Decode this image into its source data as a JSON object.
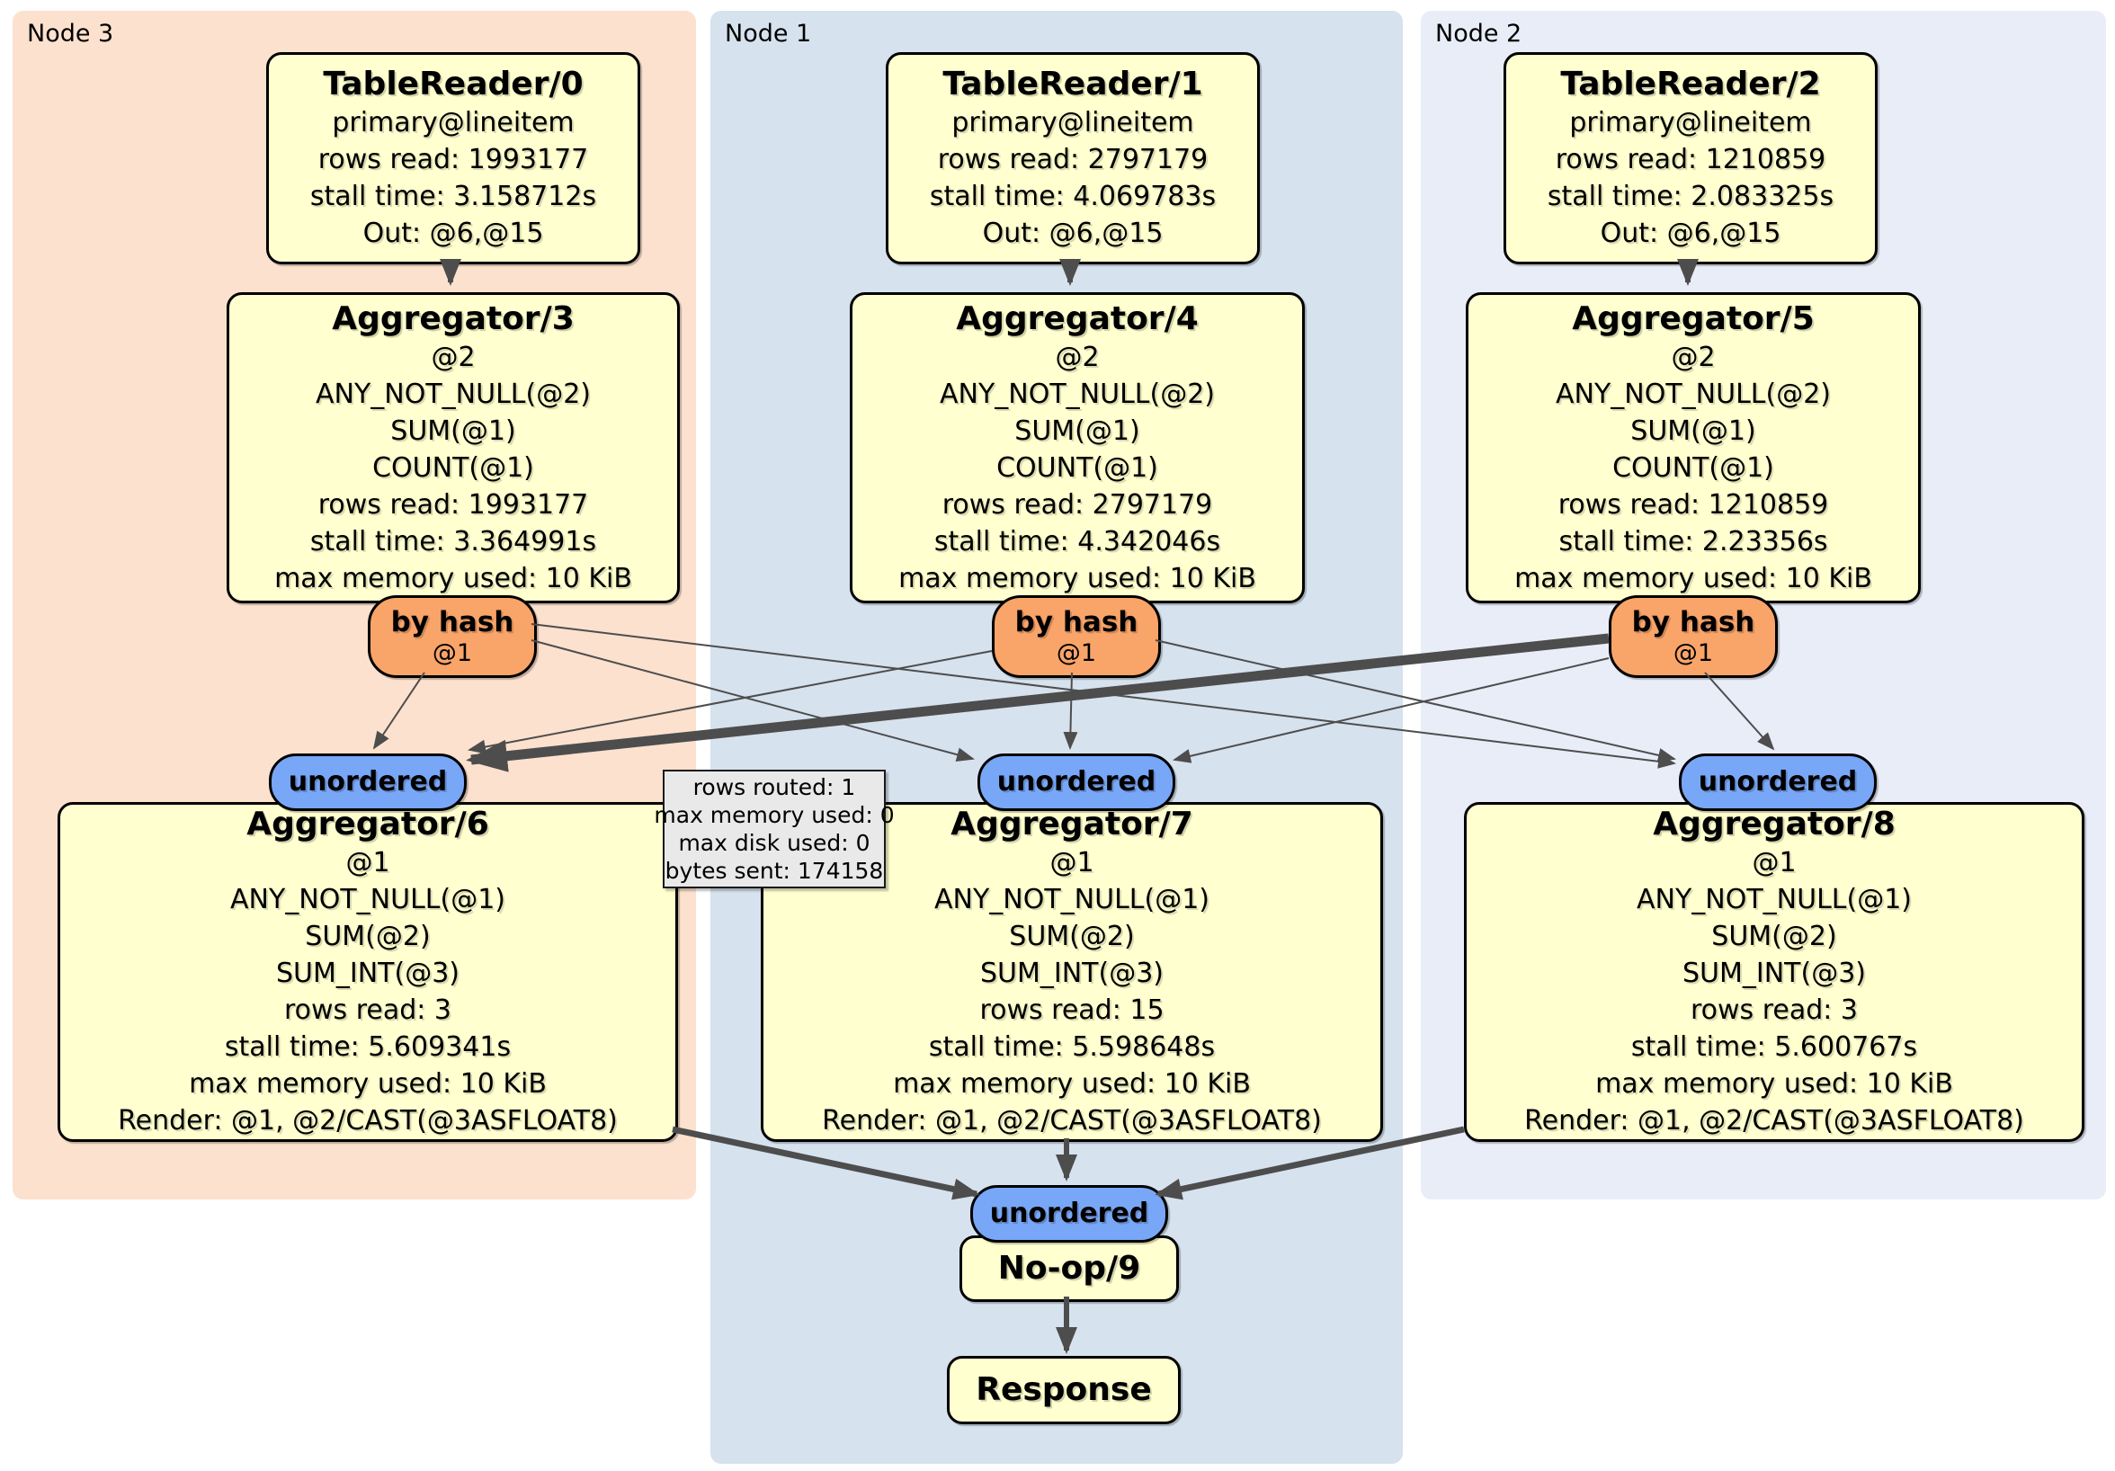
{
  "nodes": [
    {
      "label": "Node 3",
      "table_reader": {
        "title": "TableReader/0",
        "lines": [
          "primary@lineitem",
          "rows read: 1993177",
          "stall time: 3.158712s",
          "Out: @6,@15"
        ]
      },
      "aggregator_top": {
        "title": "Aggregator/3",
        "lines": [
          "@2",
          "ANY_NOT_NULL(@2)",
          "SUM(@1)",
          "COUNT(@1)",
          "rows read: 1993177",
          "stall time: 3.364991s",
          "max memory used: 10 KiB"
        ]
      },
      "router": {
        "label": "by hash",
        "detail": "@1"
      },
      "sync": {
        "label": "unordered"
      },
      "aggregator_bottom": {
        "title": "Aggregator/6",
        "lines": [
          "@1",
          "ANY_NOT_NULL(@1)",
          "SUM(@2)",
          "SUM_INT(@3)",
          "rows read: 3",
          "stall time: 5.609341s",
          "max memory used: 10 KiB",
          "Render: @1, @2/CAST(@3ASFLOAT8)"
        ]
      }
    },
    {
      "label": "Node 1",
      "table_reader": {
        "title": "TableReader/1",
        "lines": [
          "primary@lineitem",
          "rows read: 2797179",
          "stall time: 4.069783s",
          "Out: @6,@15"
        ]
      },
      "aggregator_top": {
        "title": "Aggregator/4",
        "lines": [
          "@2",
          "ANY_NOT_NULL(@2)",
          "SUM(@1)",
          "COUNT(@1)",
          "rows read: 2797179",
          "stall time: 4.342046s",
          "max memory used: 10 KiB"
        ]
      },
      "router": {
        "label": "by hash",
        "detail": "@1"
      },
      "sync": {
        "label": "unordered"
      },
      "aggregator_bottom": {
        "title": "Aggregator/7",
        "lines": [
          "@1",
          "ANY_NOT_NULL(@1)",
          "SUM(@2)",
          "SUM_INT(@3)",
          "rows read: 15",
          "stall time: 5.598648s",
          "max memory used: 10 KiB",
          "Render: @1, @2/CAST(@3ASFLOAT8)"
        ]
      },
      "final_sync": {
        "label": "unordered"
      },
      "noop": {
        "title": "No-op/9"
      },
      "response": {
        "title": "Response"
      }
    },
    {
      "label": "Node 2",
      "table_reader": {
        "title": "TableReader/2",
        "lines": [
          "primary@lineitem",
          "rows read: 1210859",
          "stall time: 2.083325s",
          "Out: @6,@15"
        ]
      },
      "aggregator_top": {
        "title": "Aggregator/5",
        "lines": [
          "@2",
          "ANY_NOT_NULL(@2)",
          "SUM(@1)",
          "COUNT(@1)",
          "rows read: 1210859",
          "stall time: 2.23356s",
          "max memory used: 10 KiB"
        ]
      },
      "router": {
        "label": "by hash",
        "detail": "@1"
      },
      "sync": {
        "label": "unordered"
      },
      "aggregator_bottom": {
        "title": "Aggregator/8",
        "lines": [
          "@1",
          "ANY_NOT_NULL(@1)",
          "SUM(@2)",
          "SUM_INT(@3)",
          "rows read: 3",
          "stall time: 5.600767s",
          "max memory used: 10 KiB",
          "Render: @1, @2/CAST(@3ASFLOAT8)"
        ]
      }
    }
  ],
  "tooltip": {
    "lines": [
      "rows routed: 1",
      "max memory used: 0",
      "max disk used: 0",
      "bytes sent: 174158"
    ]
  },
  "colors": {
    "node3_bg": "#FCE1CE",
    "node1_bg": "#D6E2EE",
    "node2_bg": "#E9EDF8",
    "processor_bg": "#FFFFCF",
    "router_bg": "#F9A469",
    "sync_bg": "#79A7F7",
    "edge": "#4D4D4D",
    "tooltip_bg": "#E9E9E9"
  }
}
